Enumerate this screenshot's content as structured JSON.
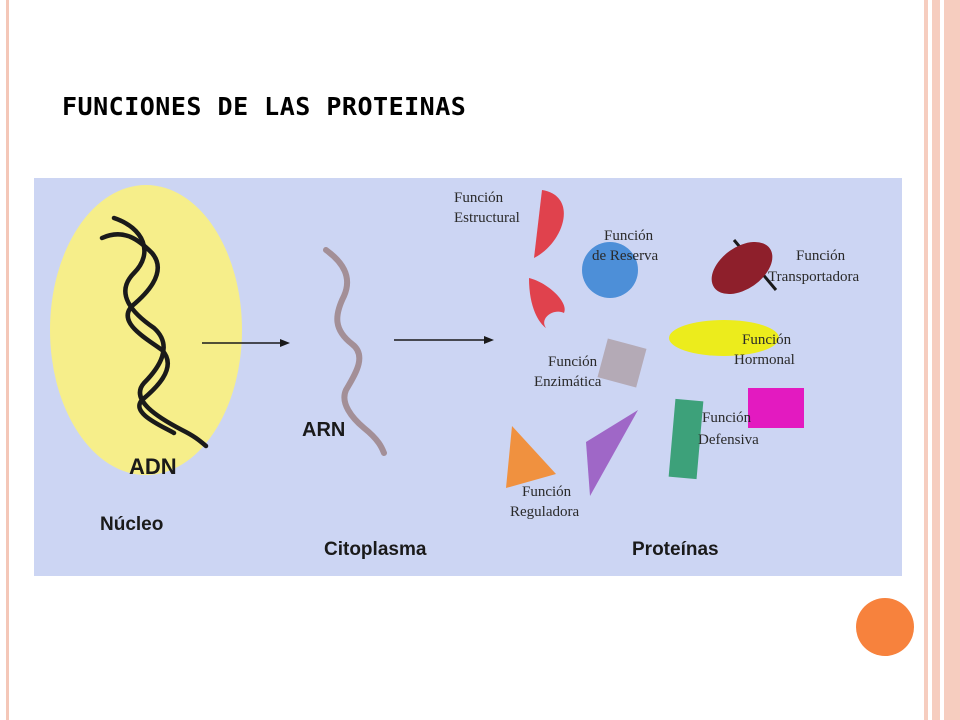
{
  "slide": {
    "title": "FUNCIONES DE LAS PROTEINAS"
  },
  "diagram": {
    "background_color": "#ccd5f3",
    "sections": {
      "nucleo": "Núcleo",
      "citoplasma": "Citoplasma",
      "proteinas": "Proteínas"
    },
    "labels": {
      "adn": "ADN",
      "arn": "ARN"
    },
    "functions": {
      "estructural": [
        "Función",
        "Estructural"
      ],
      "reserva": [
        "Función",
        "de Reserva"
      ],
      "transportadora": [
        "Función",
        "Transportadora"
      ],
      "hormonal": [
        "Función",
        "Hormonal"
      ],
      "enzimatica": [
        "Función",
        "Enzimática"
      ],
      "defensiva": [
        "Función",
        "Defensiva"
      ],
      "reguladora": [
        "Función",
        "Reguladora"
      ]
    },
    "colors": {
      "nucleus": "#f6ee8a",
      "helix": "#1a1a1a",
      "arn": "#a38f97",
      "estructural": "#e0424d",
      "reserva": "#4d8fd8",
      "transportadora": "#8e1f2b",
      "hormonal": "#ecec1c",
      "enzimatica": "#b4aab6",
      "defensiva_rect": "#3da17a",
      "defensiva_square": "#e31ac0",
      "reguladora_orange": "#f0913f",
      "reguladora_purple": "#9f67c7"
    }
  }
}
